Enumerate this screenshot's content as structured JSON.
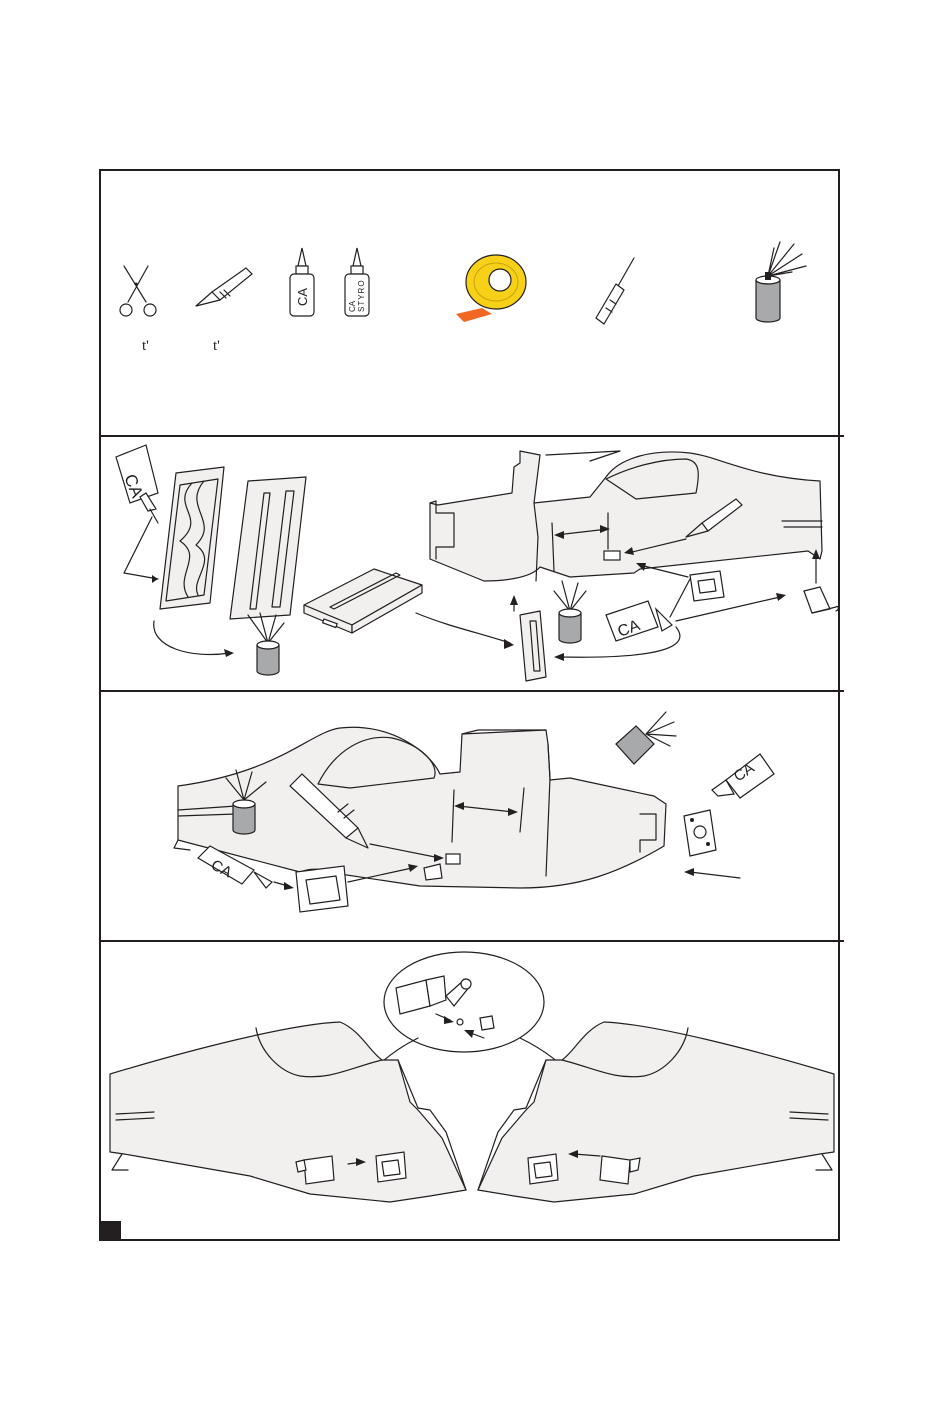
{
  "document": {
    "tools": [
      {
        "icon": "scissors-icon",
        "mark": "t'"
      },
      {
        "icon": "hobby-knife-icon",
        "mark": "t'"
      },
      {
        "icon": "ca-glue-bottle-icon",
        "label": "CA"
      },
      {
        "icon": "ca-styro-glue-bottle-icon",
        "label_line1": "CA",
        "label_line2": "STYRO"
      },
      {
        "icon": "tape-roll-icon"
      },
      {
        "icon": "screwdriver-icon"
      },
      {
        "icon": "activator-spray-icon"
      }
    ],
    "step2": {
      "glue_label": "CA",
      "glue_label_2": "CA"
    },
    "step3": {
      "glue_label": "CA",
      "glue_label_2": "CA"
    },
    "colors": {
      "line": "#231f20",
      "tape": "#f7d117",
      "tape_tab": "#f26722",
      "foam": "#f1f0ef",
      "can": "#a8a9ab"
    }
  }
}
